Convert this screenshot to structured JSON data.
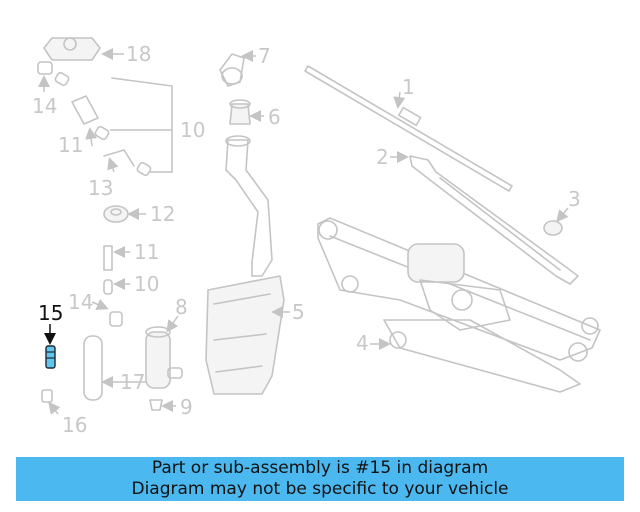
{
  "diagram": {
    "callouts": [
      "1",
      "2",
      "3",
      "4",
      "5",
      "6",
      "7",
      "8",
      "9",
      "10",
      "10",
      "11",
      "11",
      "12",
      "13",
      "14",
      "14",
      "15",
      "16",
      "17",
      "18"
    ],
    "highlighted": "15"
  },
  "banner": {
    "line1": "Part or sub-assembly is #15 in diagram",
    "line2": "Diagram may not be specific to your vehicle"
  },
  "colors": {
    "banner": "#4cb8f0",
    "highlight_part": "#5fc6ee",
    "line_art": "#c4c4c4"
  }
}
